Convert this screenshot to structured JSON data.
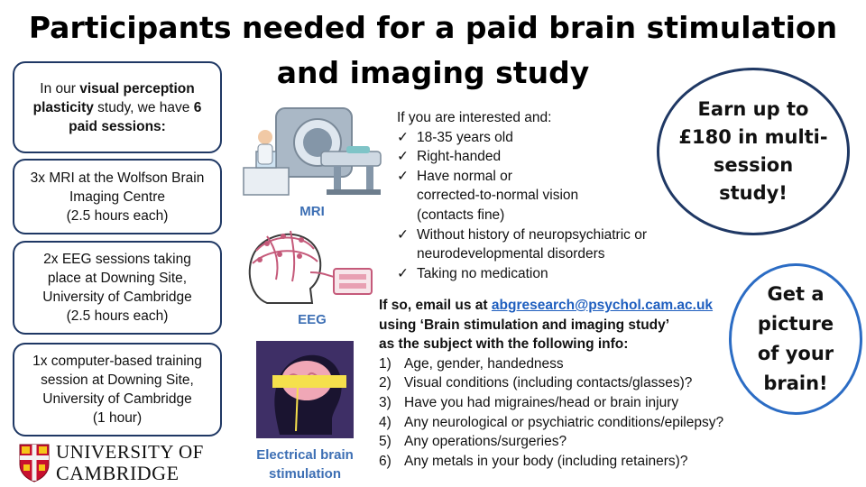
{
  "title": {
    "line1": "Participants needed for a paid brain stimulation",
    "line2": "and imaging study"
  },
  "intro_box": {
    "part1": "In our ",
    "bold1": "visual perception plasticity",
    "part2": " study, we have ",
    "bold2": "6 paid sessions:"
  },
  "sessions": [
    {
      "text_lines": [
        "3x MRI at the Wolfson Brain",
        "Imaging Centre",
        "(2.5 hours each)"
      ]
    },
    {
      "text_lines": [
        "2x EEG sessions taking",
        "place at Downing Site,",
        "University of Cambridge",
        "(2.5 hours each)"
      ]
    },
    {
      "text_lines": [
        "1x computer-based training",
        "session at Downing Site,",
        "University of Cambridge",
        "(1 hour)"
      ]
    }
  ],
  "images": {
    "mri_label": "MRI",
    "eeg_label": "EEG",
    "stim_label_line1": "Electrical brain",
    "stim_label_line2": "stimulation"
  },
  "criteria": {
    "intro": "If you are interested and:",
    "items": [
      [
        "18-35 years old"
      ],
      [
        "Right-handed"
      ],
      [
        "Have normal or",
        "corrected-to-normal vision",
        "(contacts fine)"
      ],
      [
        "Without history of neuropsychiatric or",
        "neurodevelopmental disorders"
      ],
      [
        "Taking no medication"
      ]
    ]
  },
  "email": {
    "prefix": "If so, email us at ",
    "address": "abgresearch@psychol.cam.ac.uk",
    "line2": "using ‘Brain stimulation and imaging study’",
    "line3": "as the subject with the following info:",
    "info_items": [
      {
        "num": "1)",
        "text": "Age, gender, handedness"
      },
      {
        "num": "2)",
        "text": "Visual conditions (including contacts/glasses)?"
      },
      {
        "num": "3)",
        "text": "Have you had migraines/head or brain injury"
      },
      {
        "num": "4)",
        "text": "Any neurological or psychiatric conditions/epilepsy?"
      },
      {
        "num": "5)",
        "text": "Any operations/surgeries?"
      },
      {
        "num": "6)",
        "text": "Any metals in your body (including retainers)?"
      }
    ]
  },
  "circle_earn": {
    "lines": [
      "Earn up to",
      "£180 in multi-",
      "session study!"
    ]
  },
  "circle_picture": {
    "lines": [
      "Get a",
      "picture",
      "of your",
      "brain!"
    ]
  },
  "logo": {
    "line1": "UNIVERSITY OF",
    "line2": "CAMBRIDGE"
  },
  "colors": {
    "navy": "#1f3864",
    "blue_label": "#3d6fb4",
    "link": "#1f5fbf",
    "circle2": "#2b6cc4"
  }
}
